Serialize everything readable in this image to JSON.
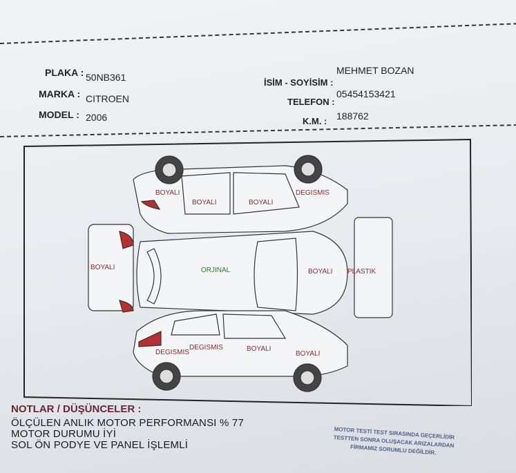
{
  "vehicle": {
    "plaka_label": "PLAKA :",
    "plaka": "50NB361",
    "marka_label": "MARKA :",
    "marka": "CITROEN",
    "model_label": "MODEL :",
    "model": "2006"
  },
  "owner": {
    "name_label": "İSİM - SOYİSİM :",
    "name": "MEHMET BOZAN",
    "phone_label": "TELEFON :",
    "phone": "05454153421",
    "km_label": "K.M. :",
    "km": "188762"
  },
  "diagram": {
    "left_side": [
      "BOYALI",
      "BOYALI",
      "BOYALI",
      "DEGISMIS"
    ],
    "rear": "BOYALI",
    "roof": "ORJINAL",
    "hood": "BOYALI",
    "front": "PLASTIK",
    "right_side": [
      "DEGISMIS",
      "DEGISMIS",
      "BOYALI",
      "BOYALI"
    ]
  },
  "notes": {
    "title": "NOTLAR / DÜŞÜNCELER :",
    "lines": [
      "ÖLÇÜLEN ANLIK MOTOR PERFORMANSI % 77",
      "MOTOR DURUMU İYİ",
      "SOL ÖN PODYE VE PANEL İŞLEMLİ"
    ]
  },
  "disclaimer": [
    "MOTOR TESTİ TEST SIRASINDA GEÇERLİDİR",
    "TESTTEN SONRA OLUŞACAK ARIZALARDAN",
    "FİRMAMIZ SORUMLU DEĞİLDİR."
  ]
}
